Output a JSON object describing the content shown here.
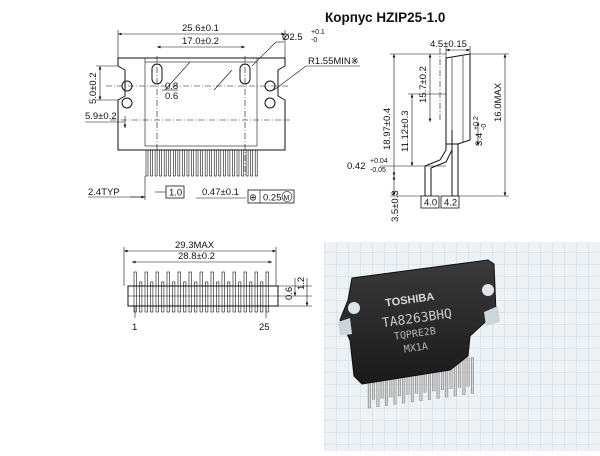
{
  "title": "Корпус HZIP25-1.0",
  "top_view": {
    "dim_width": "25.6±0.1",
    "dim_holes": "17.0±0.2",
    "dim_hole_dia": "Ø2.5",
    "dim_hole_dia_tol_upper": "+0.1",
    "dim_hole_dia_tol_lower": "-0",
    "dim_radius": "R1.55MIN※",
    "dim_left_height": "5.0±0.2",
    "dim_left_offset": "5.9±0.2",
    "dim_slot_a": "0.8",
    "dim_slot_b": "0.6",
    "dim_pitch_typ": "2.4TYP",
    "dim_pitch": "1.0",
    "dim_lead_width": "0.47±0.1",
    "dim_position_tol": "0.25",
    "dim_position_symbol": "⊕",
    "dim_position_mod": "M"
  },
  "side_view": {
    "dim_thickness": "4.5±0.15",
    "dim_total_height": "16.0MAX",
    "dim_upper_height": "15.7±0.2",
    "dim_body_height": "18.97±0.4",
    "dim_body_mid": "11.12±0.3",
    "dim_tab": "3.4",
    "dim_tab_tol_upper": "+0.2",
    "dim_tab_tol_lower": "-0",
    "dim_lead_thick": "0.42",
    "dim_lead_thick_tol_upper": "+0.04",
    "dim_lead_thick_tol_lower": "-0.05",
    "dim_lead_length": "3.5±0.3",
    "dim_row_a": "4.0",
    "dim_row_b": "4.2"
  },
  "bottom_view": {
    "dim_total_width": "29.3MAX",
    "dim_lead_span": "28.8±0.2",
    "dim_a": "0.6",
    "dim_b": "1.2",
    "pin_first": "1",
    "pin_last": "25"
  },
  "photo": {
    "brand": "TOSHIBA",
    "part_number": "TA8263BHQ",
    "marking_line1": "TQPRE2B",
    "marking_line2": "MX1A"
  }
}
